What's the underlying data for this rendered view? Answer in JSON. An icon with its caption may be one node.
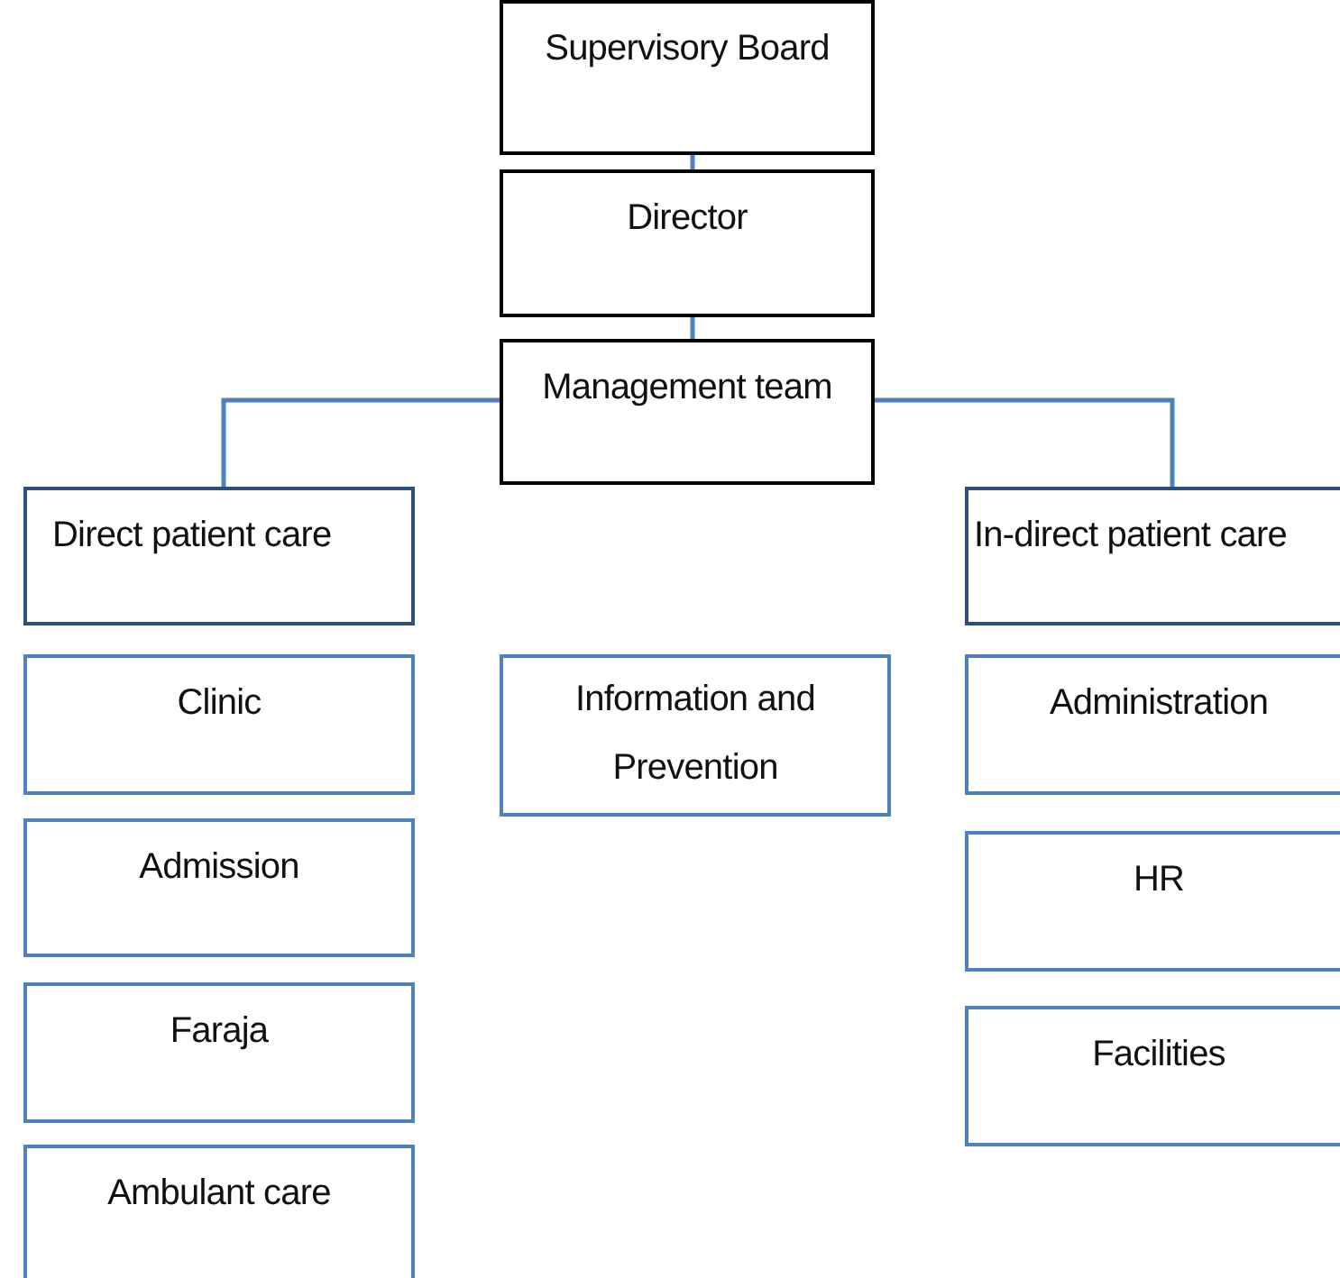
{
  "diagram": {
    "nodes": [
      {
        "text": [
          "Supervisory Board"
        ]
      },
      {
        "text": [
          "Director"
        ]
      },
      {
        "text": [
          "Management team"
        ]
      },
      {
        "text": [
          "Direct patient care"
        ]
      },
      {
        "text": [
          "In-direct patient care"
        ]
      },
      {
        "text": [
          "Clinic"
        ]
      },
      {
        "text": [
          "Admission"
        ]
      },
      {
        "text": [
          "Faraja"
        ]
      },
      {
        "text": [
          "Ambulant care"
        ]
      },
      {
        "text": [
          "Information and Prevention"
        ]
      },
      {
        "text": [
          "Administration"
        ]
      },
      {
        "text": [
          "HR"
        ]
      },
      {
        "text": [
          "Facilities"
        ]
      }
    ],
    "edges": [
      {
        "from": 0,
        "to": 1,
        "arrow": "none"
      },
      {
        "from": 1,
        "to": 2,
        "arrow": "none"
      },
      {
        "from": 2,
        "to": 3,
        "arrow": "none"
      },
      {
        "from": 2,
        "to": 4,
        "arrow": "none"
      }
    ]
  }
}
